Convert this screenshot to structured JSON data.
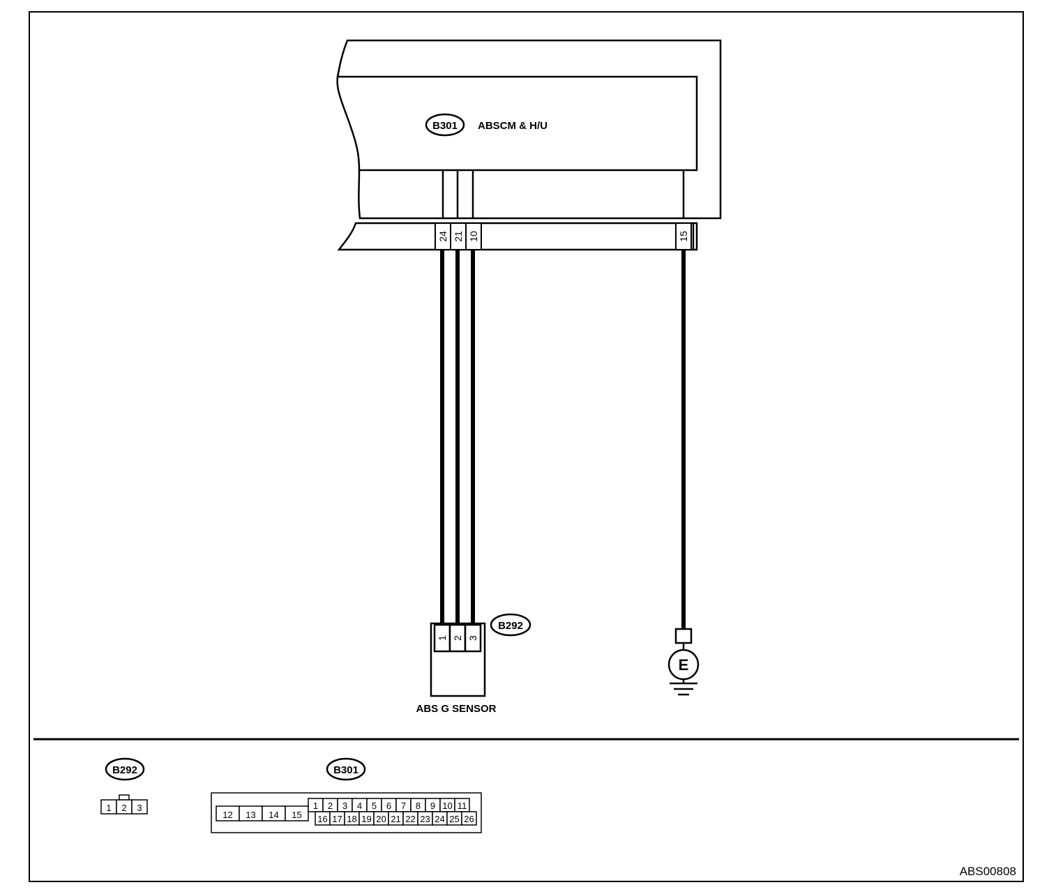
{
  "module": {
    "connector_id": "B301",
    "name": "ABSCM & H/U",
    "pins": [
      "24",
      "21",
      "10",
      "15"
    ]
  },
  "sensor": {
    "connector_id": "B292",
    "name": "ABS G SENSOR",
    "pins": [
      "1",
      "2",
      "3"
    ]
  },
  "ground": {
    "symbol": "E"
  },
  "legend": {
    "b292": {
      "id": "B292",
      "pins": [
        "1",
        "2",
        "3"
      ]
    },
    "b301": {
      "id": "B301",
      "block_pins": [
        "12",
        "13",
        "14",
        "15"
      ],
      "top_row": [
        "1",
        "2",
        "3",
        "4",
        "5",
        "6",
        "7",
        "8",
        "9",
        "10",
        "11"
      ],
      "bottom_row": [
        "16",
        "17",
        "18",
        "19",
        "20",
        "21",
        "22",
        "23",
        "24",
        "25",
        "26"
      ]
    }
  },
  "figure_id": "ABS00808"
}
